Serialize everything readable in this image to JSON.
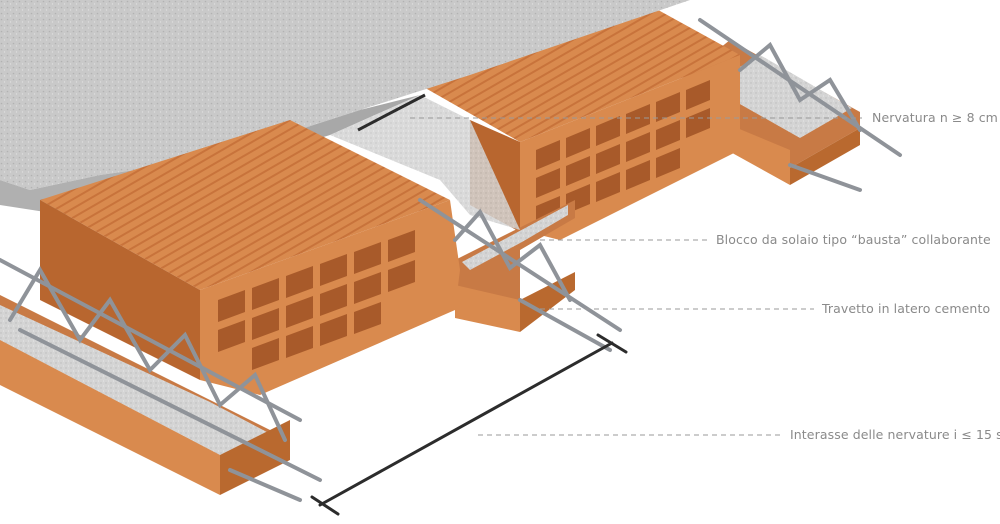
{
  "callouts": [
    {
      "id": "rib",
      "label": "Nervatura n ≥ 8 cm"
    },
    {
      "id": "block",
      "label": "Blocco da solaio tipo “bausta” collaborante"
    },
    {
      "id": "joist",
      "label": "Travetto in latero cemento"
    },
    {
      "id": "spacing",
      "label": "Interasse delle nervature i ≤ 15 s"
    }
  ],
  "colors": {
    "brick": "#d98a4e",
    "brick_dark": "#a85a2a",
    "brick_light": "#f0b07a",
    "concrete": "#c8c8c8",
    "concrete_dark": "#9c9c9c",
    "steel": "#8f9399",
    "dimension_line": "#2c2c2c",
    "leader_line": "#9a9a9a",
    "label_text": "#8a8a8a"
  }
}
